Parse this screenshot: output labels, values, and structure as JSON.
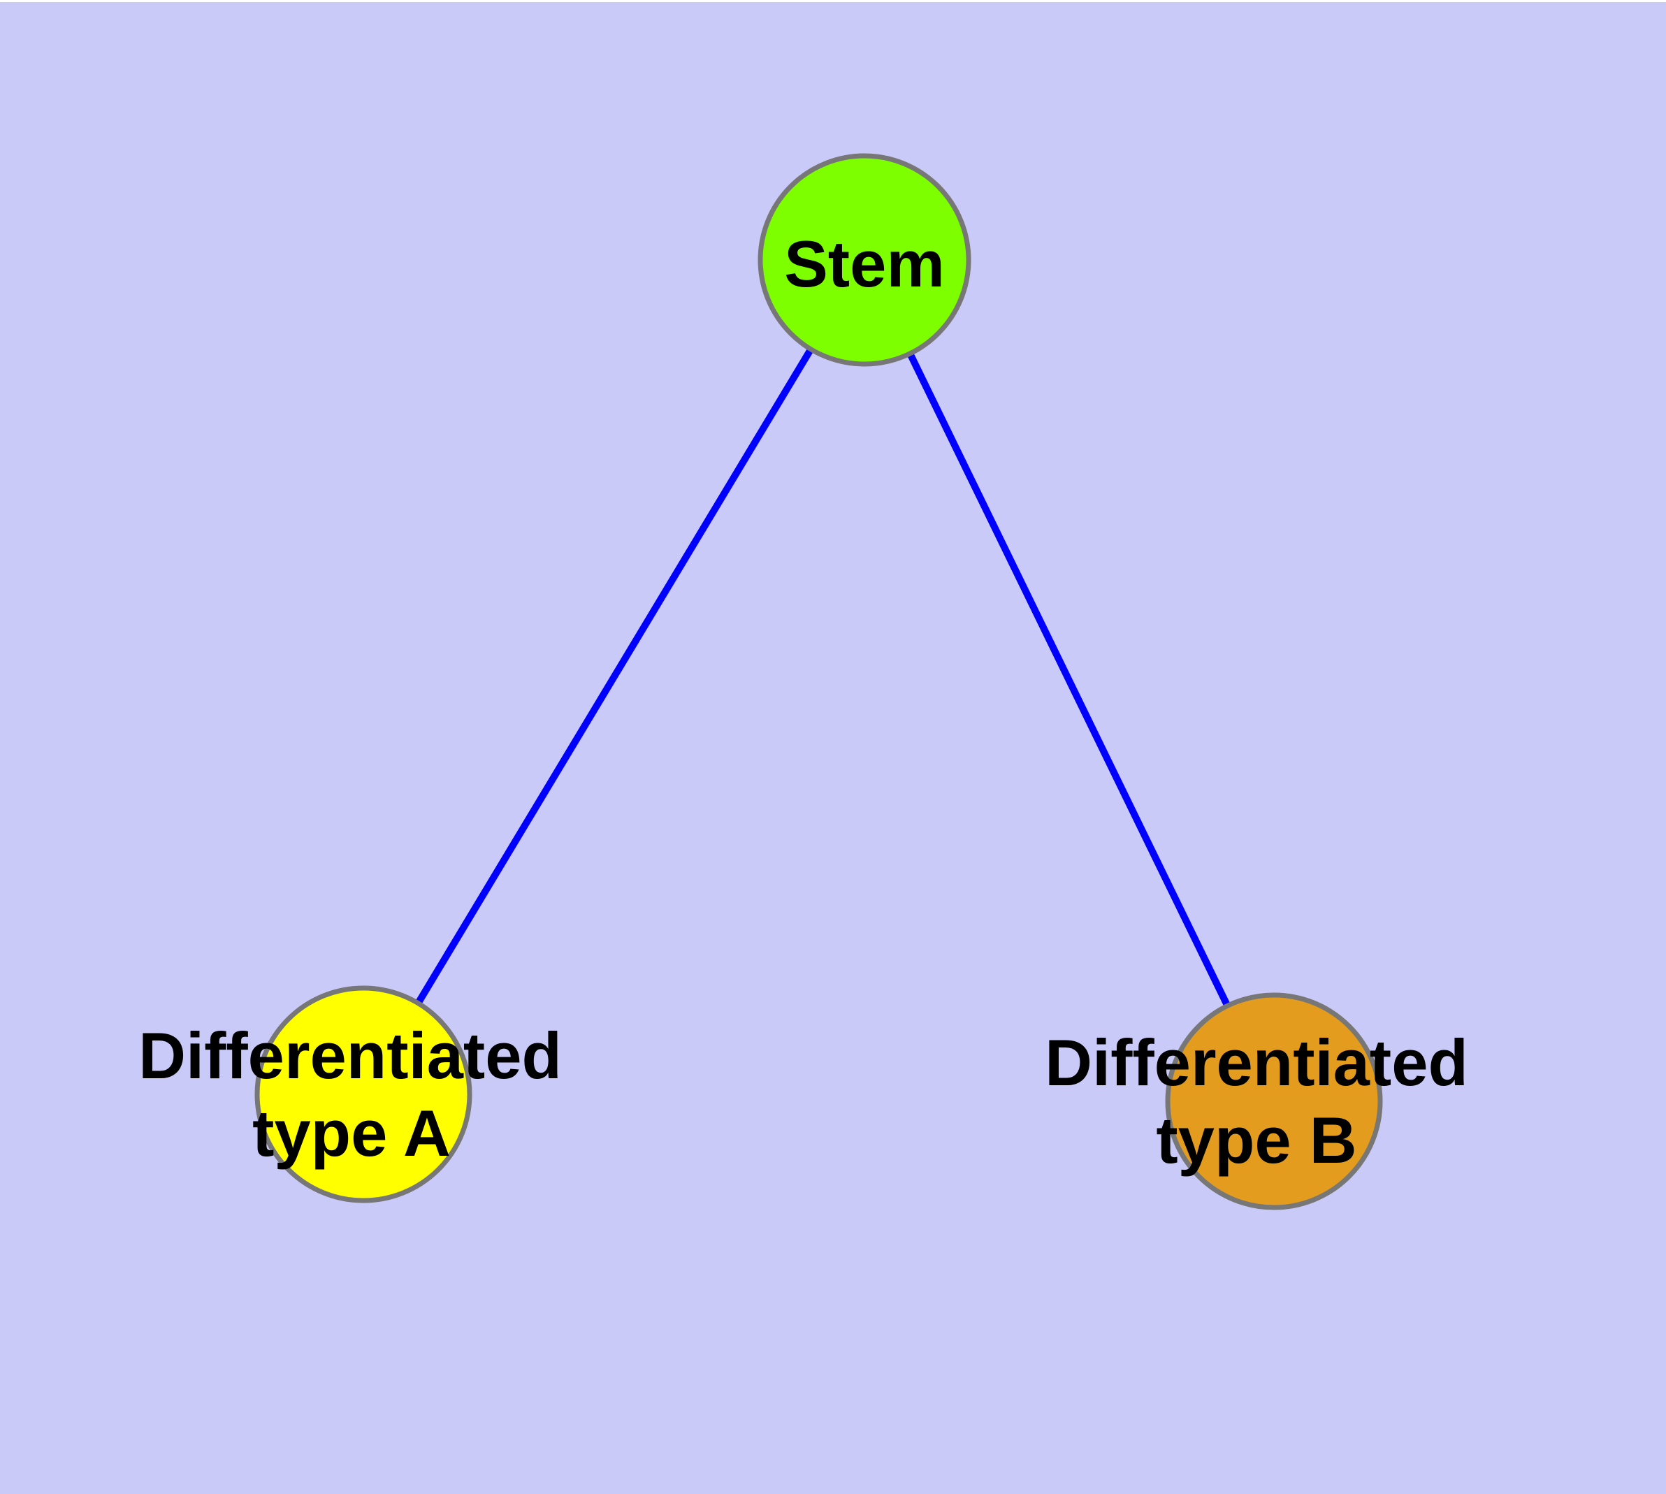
{
  "diagram": {
    "background_color": "#CACAF8",
    "top_strip_color": "#FFFFFF",
    "edge_color": "#0000FF",
    "node_border_color": "#777777",
    "label_color": "#000000",
    "nodes": [
      {
        "id": "stem",
        "label": "Stem",
        "label_lines": [
          "Stem"
        ],
        "color": "#7DFF00"
      },
      {
        "id": "differentiated-type-a",
        "label": "Differentiated type A",
        "label_lines": [
          "Differentiated",
          "type A"
        ],
        "color": "#FFFF00"
      },
      {
        "id": "differentiated-type-b",
        "label": "Differentiated type B",
        "label_lines": [
          "Differentiated",
          "type B"
        ],
        "color": "#E39C1E"
      }
    ],
    "edges": [
      {
        "from": "Stem",
        "to": "Differentiated type A"
      },
      {
        "from": "Stem",
        "to": "Differentiated type B"
      }
    ]
  }
}
